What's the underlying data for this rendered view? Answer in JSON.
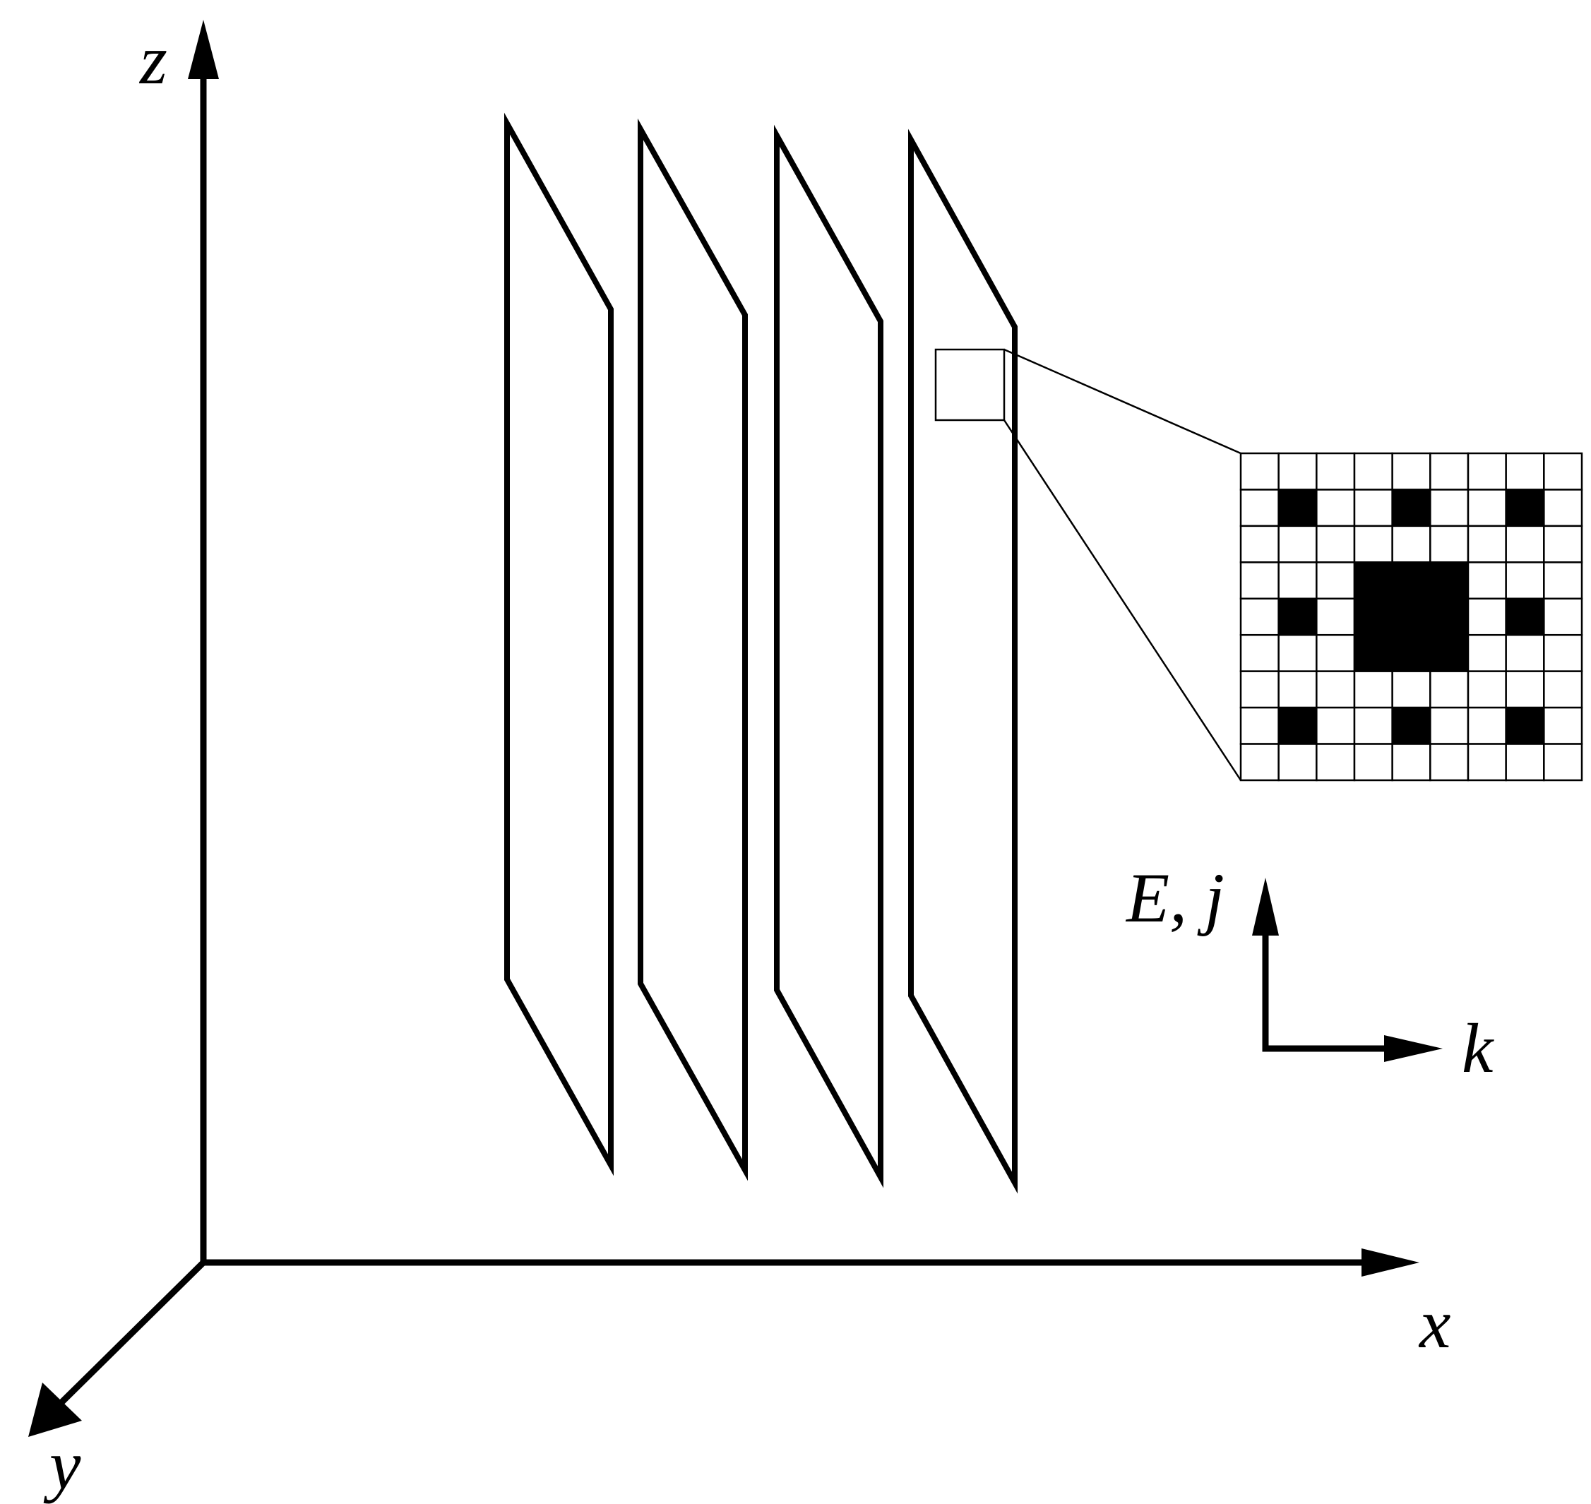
{
  "axes": {
    "x_label": "x",
    "y_label": "y",
    "z_label": "z"
  },
  "vectors": {
    "field_label": "E, j",
    "wave_label": "k"
  },
  "sheets": {
    "count": 4
  },
  "inset": {
    "rows": 9,
    "cols": 9,
    "filled_cells": [
      [
        1,
        1
      ],
      [
        1,
        4
      ],
      [
        1,
        7
      ],
      [
        3,
        3
      ],
      [
        3,
        4
      ],
      [
        3,
        5
      ],
      [
        4,
        1
      ],
      [
        4,
        3
      ],
      [
        4,
        4
      ],
      [
        4,
        5
      ],
      [
        4,
        7
      ],
      [
        5,
        3
      ],
      [
        5,
        4
      ],
      [
        5,
        5
      ],
      [
        7,
        1
      ],
      [
        7,
        4
      ],
      [
        7,
        7
      ]
    ],
    "cell_fill": "#000000",
    "grid_color": "#000000"
  },
  "colors": {
    "stroke": "#000000",
    "background": "#ffffff"
  }
}
